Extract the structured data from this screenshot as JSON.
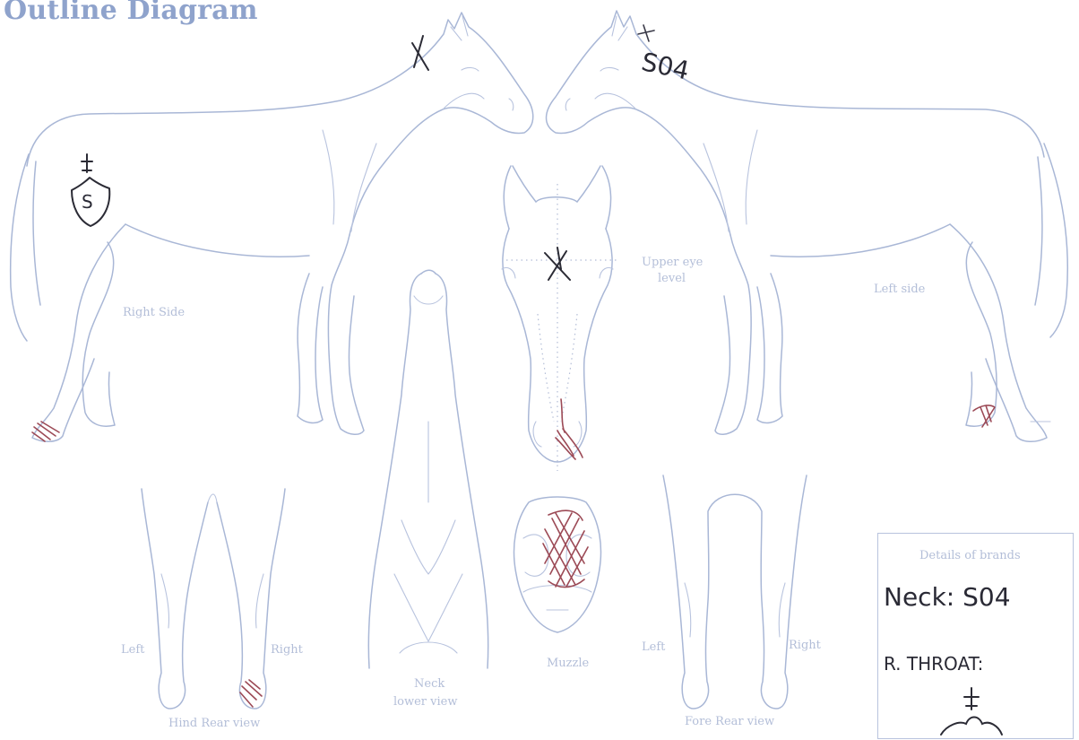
{
  "title": "Outline Diagram",
  "labels": {
    "right_side": "Right Side",
    "left_side": "Left side",
    "upper_eye_1": "Upper eye",
    "upper_eye_2": "level",
    "hind_left": "Left",
    "hind_right": "Right",
    "hind_caption": "Hind Rear view",
    "neck_1": "Neck",
    "neck_2": "lower view",
    "muzzle": "Muzzle",
    "fore_left": "Left",
    "fore_right": "Right",
    "fore_caption": "Fore Rear view"
  },
  "brands": {
    "header": "Details of brands",
    "neck_entry": "Neck: S04",
    "throat_entry": "R. THROAT:"
  },
  "markings": {
    "neck_brand": "S04",
    "shield_letter": "S"
  },
  "colors": {
    "outline": "#a9b7d6",
    "ink": "#2b2b35",
    "red_ink": "#9c4a56",
    "title": "#8fa3cc"
  }
}
